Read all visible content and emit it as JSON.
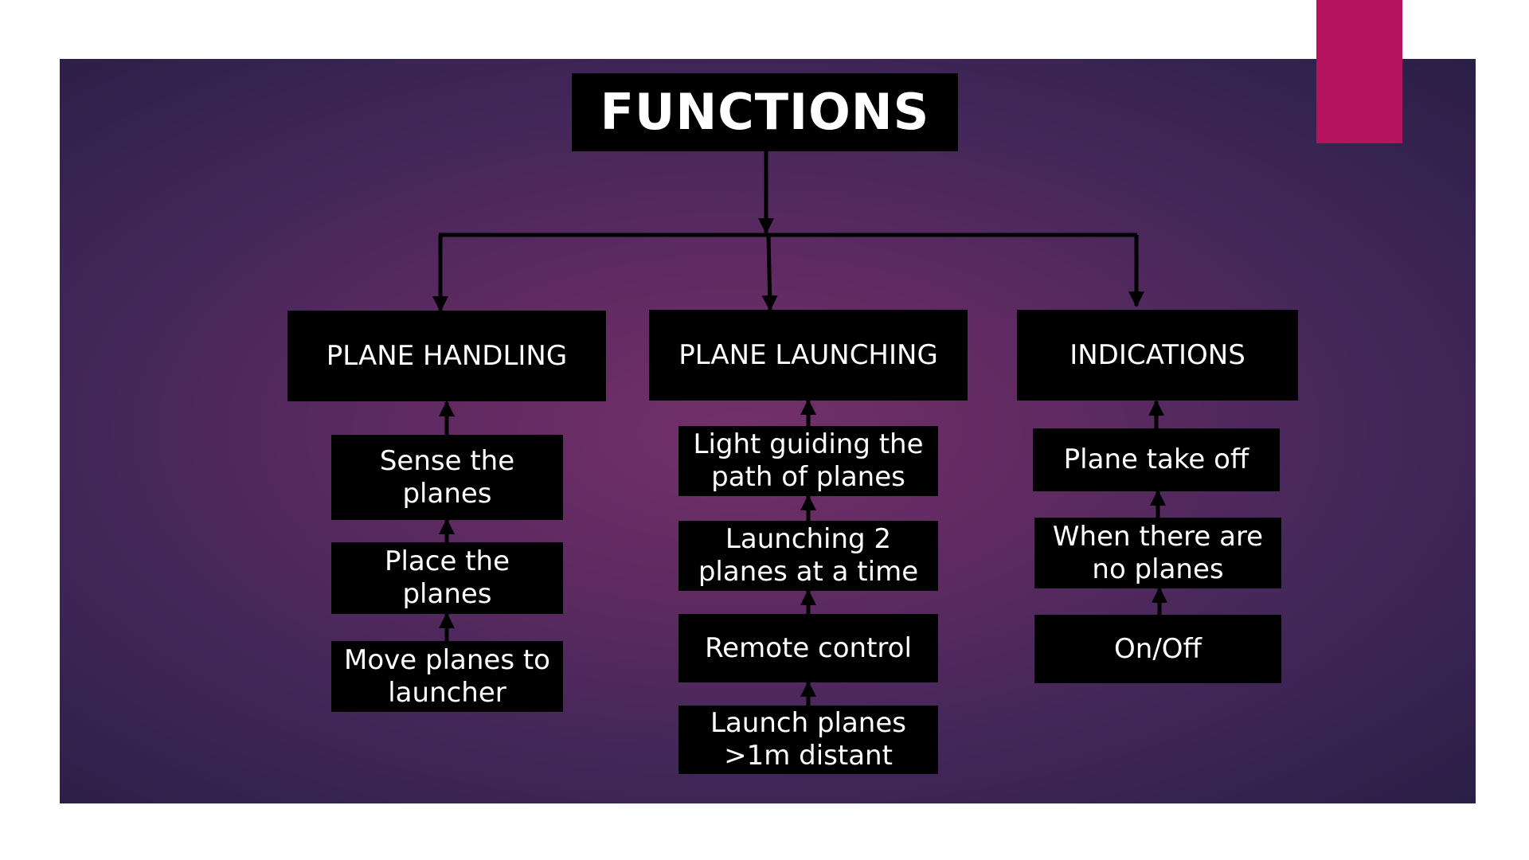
{
  "title": "FUNCTIONS",
  "categories": [
    {
      "label": "PLANE HANDLING",
      "items": [
        "Sense the planes",
        "Place the planes",
        "Move planes to launcher"
      ]
    },
    {
      "label": "PLANE LAUNCHING",
      "items": [
        "Light guiding the path of planes",
        "Launching 2 planes at a time",
        "Remote control",
        "Launch planes >1m distant"
      ]
    },
    {
      "label": "INDICATIONS",
      "items": [
        "Plane take off",
        "When there are no planes",
        "On/Off"
      ]
    }
  ],
  "colors": {
    "panel_center": "#74306a",
    "panel_edge": "#2a1f46",
    "accent": "#b5135e",
    "box": "#000000",
    "text": "#ffffff"
  }
}
